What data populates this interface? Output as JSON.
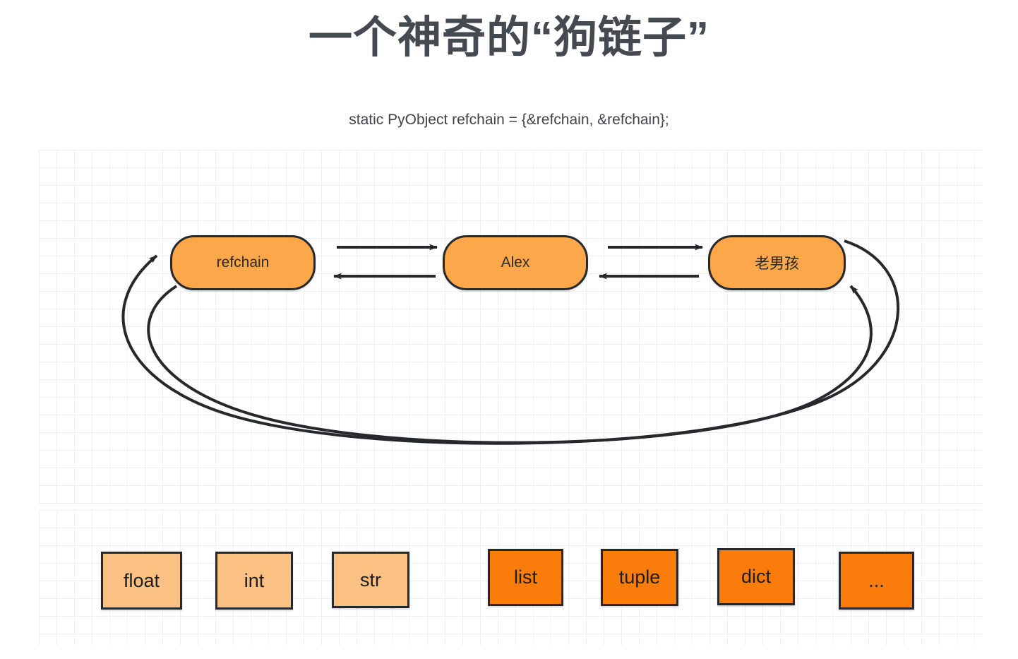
{
  "slide": {
    "title": "一个神奇的“狗链子”",
    "subtitle_code": "static PyObject refchain = {&refchain, &refchain};",
    "title_color": "#444a50",
    "background": "#ffffff"
  },
  "diagram": {
    "grid_line_color": "#efefef",
    "grid_major_color": "#e6e6e6",
    "stroke_color": "#26282b",
    "nodes": [
      {
        "id": "refchain",
        "label": "refchain",
        "fill": "#fba74a"
      },
      {
        "id": "alex",
        "label": "Alex",
        "fill": "#fba74a"
      },
      {
        "id": "laonanhai",
        "label": "老男孩",
        "fill": "#fba74a"
      }
    ],
    "connectors": [
      {
        "name": "refchain-to-alex",
        "direction": "right"
      },
      {
        "name": "alex-to-refchain",
        "direction": "left"
      },
      {
        "name": "alex-to-laonanhai",
        "direction": "right"
      },
      {
        "name": "laonanhai-to-alex",
        "direction": "left"
      },
      {
        "name": "laonanhai-to-refchain-outer",
        "direction": "curve-left"
      },
      {
        "name": "refchain-to-laonanhai-inner",
        "direction": "curve-right"
      }
    ]
  },
  "types": {
    "items": [
      {
        "label": "float",
        "style": "light"
      },
      {
        "label": "int",
        "style": "light"
      },
      {
        "label": "str",
        "style": "light"
      },
      {
        "label": "list",
        "style": "bright"
      },
      {
        "label": "tuple",
        "style": "bright"
      },
      {
        "label": "dict",
        "style": "bright"
      },
      {
        "label": "...",
        "style": "bright"
      }
    ],
    "light_fill": "#fbc183",
    "bright_fill": "#fa7c0b"
  }
}
